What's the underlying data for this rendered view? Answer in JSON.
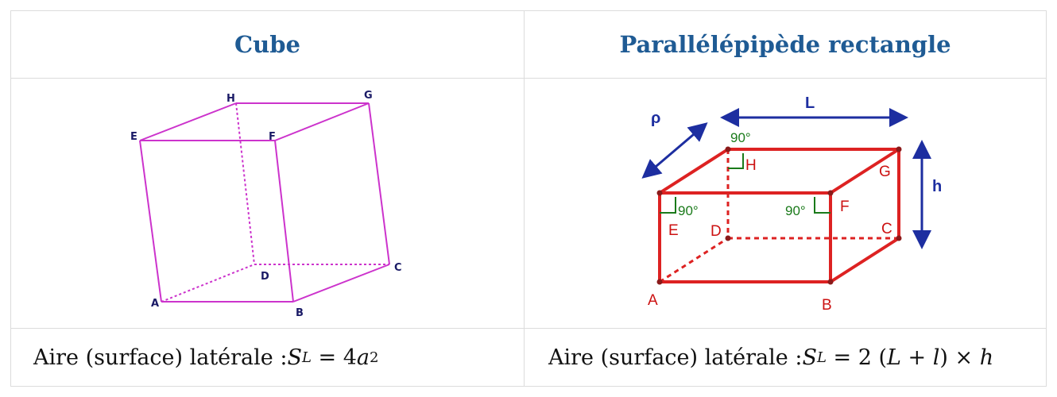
{
  "columns": [
    {
      "title": "Cube",
      "formula_prefix": "Aire (surface) latérale : ",
      "formula_lhs": "S",
      "formula_sub": "L",
      "formula_rhs": " = 4",
      "formula_var": "a",
      "formula_exp": "2"
    },
    {
      "title": "Parallélépipède rectangle",
      "formula_prefix": "Aire (surface) latérale : ",
      "formula_lhs": "S",
      "formula_sub": "L",
      "formula_rhs": " = 2 (",
      "formula_var": "L",
      "formula_plus": " + ",
      "formula_var2": "l",
      "formula_close": ") × ",
      "formula_var3": "h"
    }
  ],
  "cube": {
    "color": "#cc33cc",
    "labels": {
      "A": "A",
      "B": "B",
      "C": "C",
      "D": "D",
      "E": "E",
      "F": "F",
      "G": "G",
      "H": "H"
    }
  },
  "parallelepiped": {
    "edge_color": "#dd2222",
    "angle_color": "#1a7a1a",
    "dimension_color": "#1d2ea0",
    "labels": {
      "A": "A",
      "B": "B",
      "C": "C",
      "D": "D",
      "E": "E",
      "F": "F",
      "G": "G",
      "H": "H"
    },
    "angles": [
      "90°",
      "90°",
      "90°"
    ],
    "dimensions": {
      "length": "L",
      "width": "ρ",
      "height": "h"
    }
  }
}
